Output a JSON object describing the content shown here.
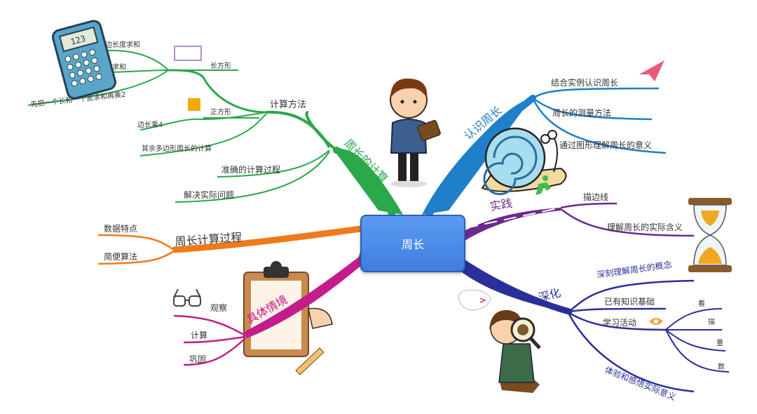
{
  "center": {
    "label": "周长"
  },
  "branches": {
    "calc": {
      "title": "周长的计算",
      "color": "#2aa84a",
      "method": "计算方法",
      "rect": "长方形",
      "rect_a": "边长度求和",
      "rect_b": "宽求和",
      "rect_c": "先把一个长和一个宽求和再乘2",
      "square": "正方形",
      "square_a": "边长乘4",
      "other": "其余多边形周长的计算",
      "accurate": "准确的计算过程",
      "solve": "解决实际问题"
    },
    "know": {
      "title": "认识周长",
      "color": "#1f7fc9",
      "a": "结合实例认识周长",
      "b": "周长的测量方法",
      "c": "通过图形理解周长的意义"
    },
    "practice": {
      "title": "实践",
      "color": "#6b2a8f",
      "a": "描边线",
      "b": "理解周长的实际含义"
    },
    "deepen": {
      "title": "深化",
      "color": "#2a2f9a",
      "a": "深刻理解周长的概念",
      "b": "已有知识基础",
      "c": "学习活动",
      "c1": "看",
      "c2": "描",
      "c3": "量",
      "c4": "数",
      "d": "体验和感悟实际意义"
    },
    "process": {
      "title": "周长计算过程",
      "color": "#f07a1a",
      "a": "数据特点",
      "b": "简便算法"
    },
    "situation": {
      "title": "具体情境",
      "color": "#c41c8a",
      "a": "观察",
      "b": "计算",
      "c": "巩固"
    }
  },
  "icons": [
    "calculator-icon",
    "rectangle-icon",
    "square-icon",
    "boy-icon",
    "snail-icon",
    "paper-plane-icon",
    "runner-icon",
    "hourglass-icon",
    "girl-magnifier-icon",
    "eye-icon",
    "clipboard-icon",
    "glasses-icon",
    "target-icon",
    "pencil-icon",
    "speech-bubble-icon"
  ]
}
